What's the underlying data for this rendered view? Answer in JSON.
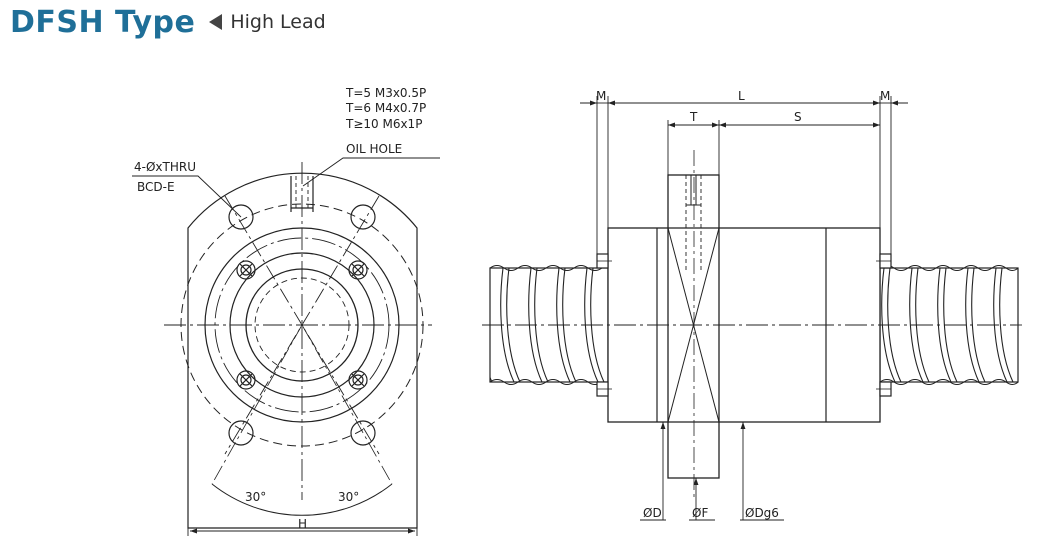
{
  "header": {
    "title": "DFSH Type",
    "subtitle": "High Lead"
  },
  "front_view": {
    "oil_hole_spec": [
      "T=5 M3x0.5P",
      "T=6 M4x0.7P",
      "T≥10 M6x1P"
    ],
    "oil_hole_label": "OIL HOLE",
    "thru_hole_label": "4-ØxTHRU",
    "bcd_label": "BCD-E",
    "angle_left": "30°",
    "angle_right": "30°",
    "width_label": "H"
  },
  "side_view": {
    "dim_m_left": "M",
    "dim_l": "L",
    "dim_m_right": "M",
    "dim_t": "T",
    "dim_s": "S",
    "dim_d": "ØD",
    "dim_f": "ØF",
    "dim_dg6": "ØDg6"
  },
  "colors": {
    "title": "#1f6f98",
    "line": "#222222"
  }
}
